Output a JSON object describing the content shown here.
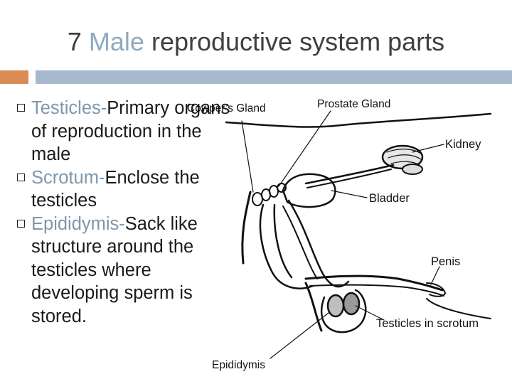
{
  "slide": {
    "title_number": "7",
    "title_highlight": "Male",
    "title_rest": "reproductive system parts"
  },
  "bullets": [
    {
      "term": "Testicles-",
      "text": "Primary organs of reproduction in the male"
    },
    {
      "term": "Scrotum-",
      "text": "Enclose the testicles"
    },
    {
      "term": "Epididymis-",
      "text": "Sack like structure around the testicles where developing sperm is stored."
    }
  ],
  "diagram_labels": {
    "cowpers_gland": "Cowper’s Gland",
    "prostate_gland": "Prostate Gland",
    "kidney": "Kidney",
    "bladder": "Bladder",
    "penis": "Penis",
    "testicles": "Testicles in scrotum",
    "epididymis": "Epididymis"
  },
  "colors": {
    "accent_orange": "#d98c54",
    "accent_blue": "#a6b9cf",
    "term_color": "#7f97ad"
  }
}
